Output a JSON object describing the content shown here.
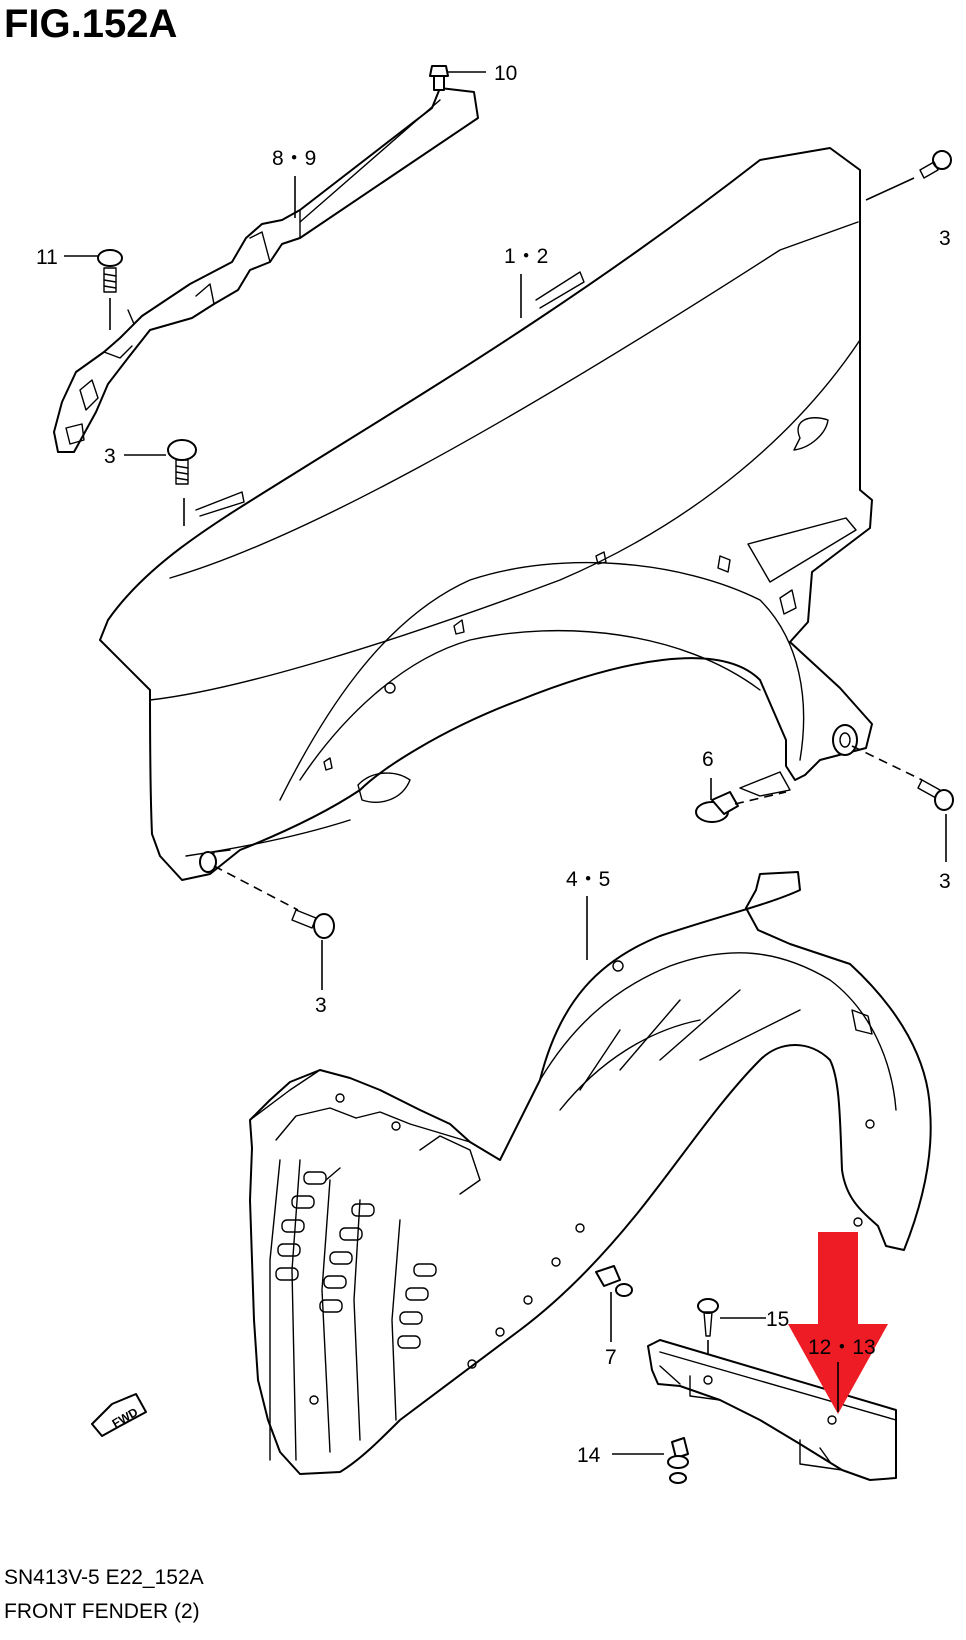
{
  "figure": {
    "title": "FIG.152A",
    "model_code": "SN413V-5 E22_152A",
    "caption": "FRONT FENDER (2)"
  },
  "callouts": [
    {
      "id": "c10",
      "label": "10"
    },
    {
      "id": "c89",
      "label": "8・9"
    },
    {
      "id": "c11",
      "label": "11"
    },
    {
      "id": "c12",
      "label": "1・2"
    },
    {
      "id": "c3a",
      "label": "3"
    },
    {
      "id": "c3b",
      "label": "3"
    },
    {
      "id": "c6",
      "label": "6"
    },
    {
      "id": "c3c",
      "label": "3"
    },
    {
      "id": "c45",
      "label": "4・5"
    },
    {
      "id": "c3d",
      "label": "3"
    },
    {
      "id": "c7",
      "label": "7"
    },
    {
      "id": "c15",
      "label": "15"
    },
    {
      "id": "c1213",
      "label": "12・13"
    },
    {
      "id": "c14",
      "label": "14"
    }
  ],
  "fwd_marker": {
    "label": "FWD"
  },
  "highlight": {
    "color": "#ee1c25"
  },
  "colors": {
    "line": "#000000",
    "background": "#ffffff"
  }
}
